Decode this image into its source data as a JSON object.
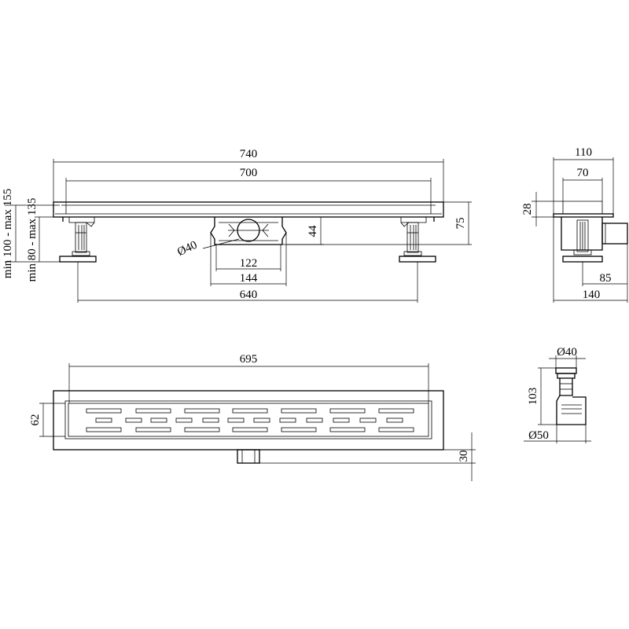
{
  "dimensions": {
    "front_overall_length": "740",
    "front_grate_length": "700",
    "front_foot_spacing": "640",
    "outlet_inner_width": "122",
    "outlet_outer_width": "144",
    "outlet_diameter": "Ø40",
    "outlet_height": "44",
    "total_height": "75",
    "leg_range_outer": "min 100 - max 155",
    "leg_range_inner": "min 80 - max 135",
    "side_overall_width": "110",
    "side_channel_width": "70",
    "side_channel_depth": "28",
    "side_outlet_offset": "85",
    "side_foot_width": "140",
    "top_grate_length": "695",
    "top_width": "62",
    "top_outlet_projection": "30",
    "trap_top_diameter": "Ø40",
    "trap_height": "103",
    "trap_bottom_diameter": "Ø50"
  }
}
